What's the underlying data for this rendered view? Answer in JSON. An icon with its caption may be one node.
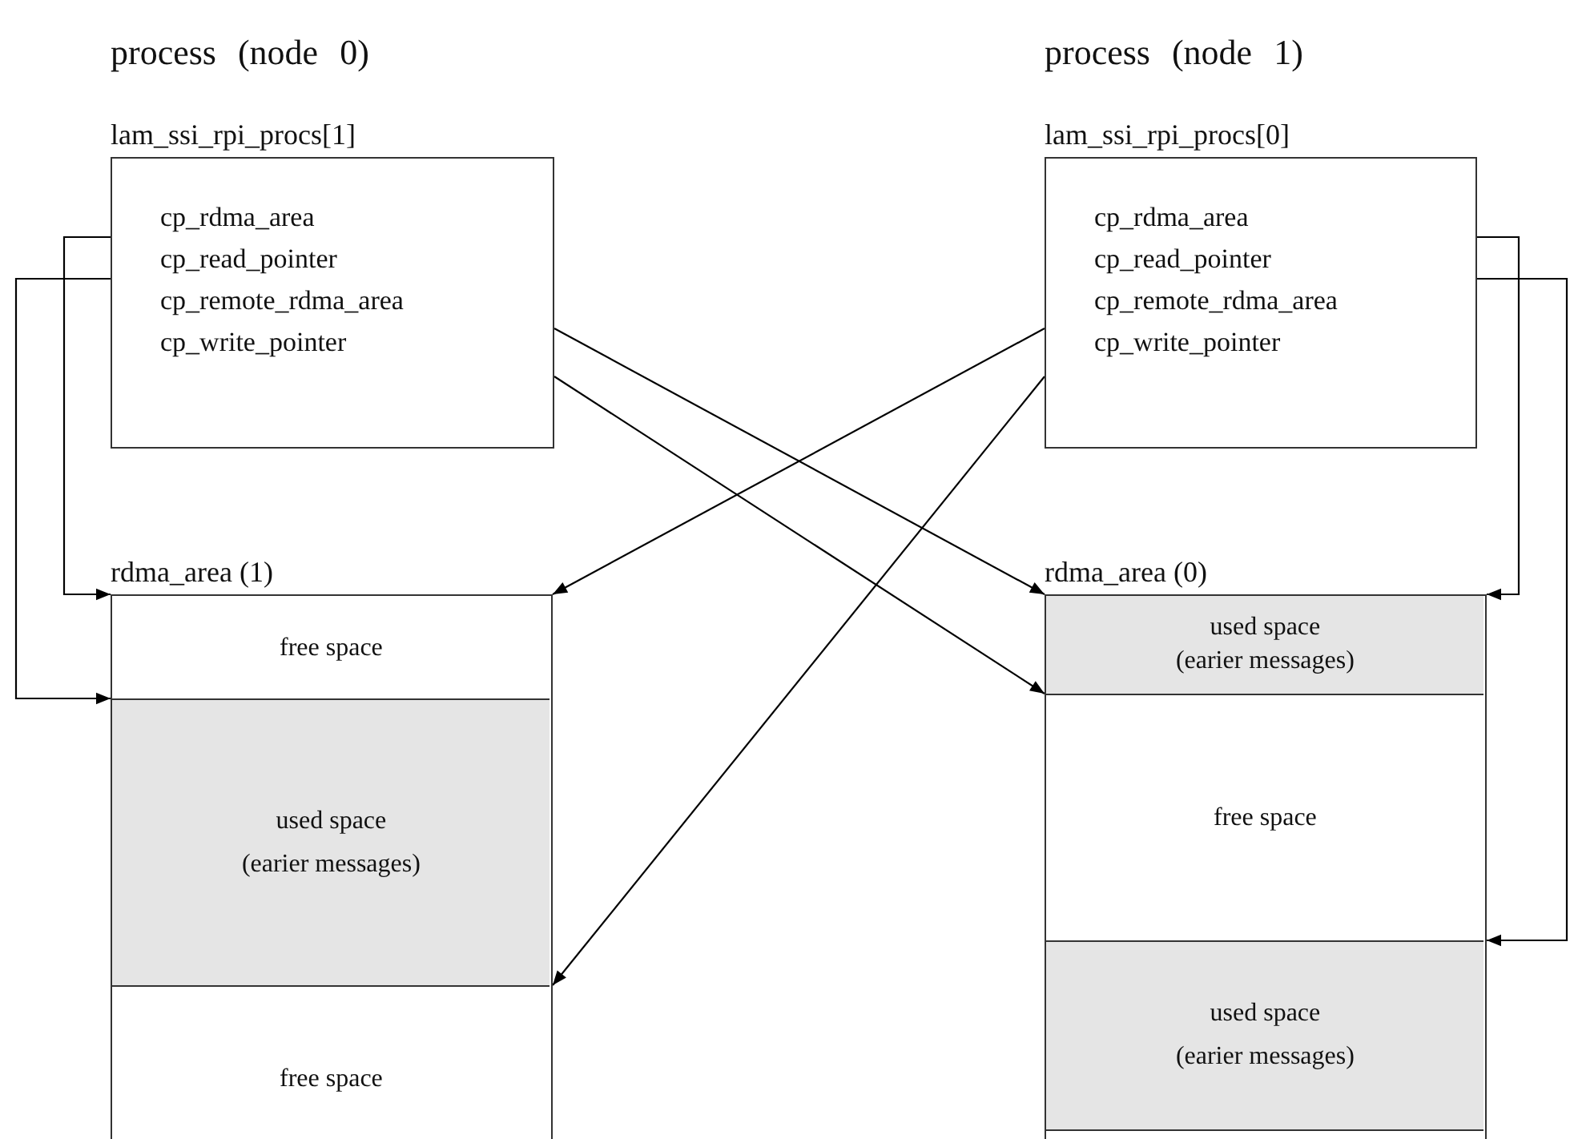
{
  "diagram": {
    "nodes": [
      {
        "text": [
          "lam_ssi_rpi_procs[1]",
          "cp_rdma_area",
          "cp_read_pointer",
          "cp_remote_rdma_area",
          "cp_write_pointer"
        ]
      },
      {
        "text": [
          "lam_ssi_rpi_procs[0]",
          "cp_rdma_area",
          "cp_read_pointer",
          "cp_remote_rdma_area",
          "cp_write_pointer"
        ]
      },
      {
        "text": [
          "rdma_area (1)"
        ]
      },
      {
        "text": [
          "free space"
        ],
        "in": 2
      },
      {
        "text": [
          "used space",
          "(earier messages)"
        ],
        "in": 2
      },
      {
        "text": [
          "free space"
        ],
        "in": 2
      },
      {
        "text": [
          "rdma_area (0)"
        ]
      },
      {
        "text": [
          "used space",
          "(earier messages)"
        ],
        "in": 6
      },
      {
        "text": [
          "free space"
        ],
        "in": 6
      },
      {
        "text": [
          "used space",
          "(earier messages)"
        ],
        "in": 6
      },
      {
        "text": [],
        "shape": "box",
        "in": 6
      }
    ],
    "edges": [
      {
        "from": 0,
        "to": 2,
        "arrow": "to"
      },
      {
        "from": 0,
        "to": 4,
        "arrow": "to"
      },
      {
        "from": 0,
        "to": 6,
        "arrow": "to"
      },
      {
        "from": 0,
        "to": 8,
        "arrow": "to"
      },
      {
        "from": 1,
        "to": 2,
        "arrow": "to"
      },
      {
        "from": 1,
        "to": 5,
        "arrow": "to"
      },
      {
        "from": 1,
        "to": 6,
        "arrow": "to"
      },
      {
        "from": 1,
        "to": 9,
        "arrow": "to"
      }
    ],
    "labels": [
      "process (node 0)",
      "process (node 1)"
    ]
  }
}
